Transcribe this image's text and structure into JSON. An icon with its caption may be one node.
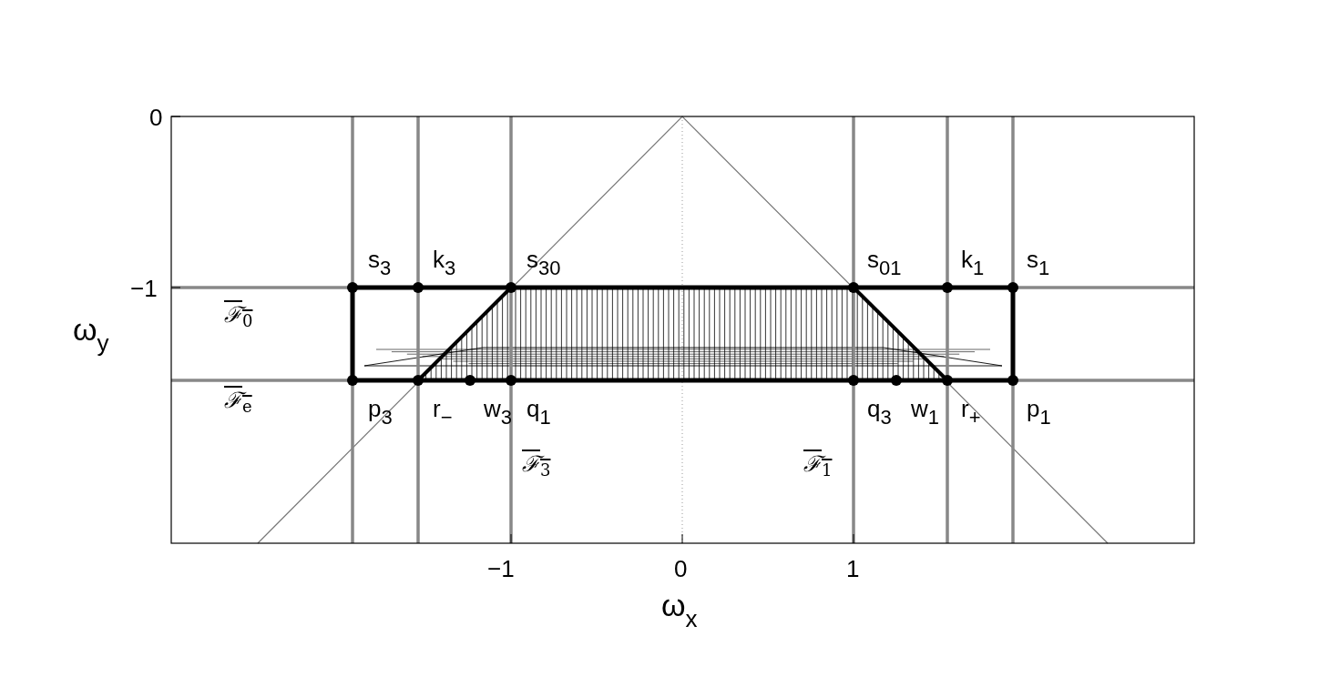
{
  "diagram": {
    "labels": [
      "0",
      "s$_{3}$",
      "k$_{3}$",
      "s$_{30}$",
      "s$_{01}$",
      "k$_{1}$",
      "s$_{1}$",
      "−1",
      "ω$_{y}$",
      "ℱ$_{0}$",
      "ℱ$_{e}$",
      "p$_{3}$",
      "r$_{−}$",
      "w$_{3}$",
      "q$_{1}$",
      "q$_{3}$",
      "w$_{1}$",
      "r$_{+}$",
      "p$_{1}$",
      "ℱ$_{3}$",
      "ℱ$_{1}$",
      "−1",
      "0",
      "1",
      "ω$_{x}$"
    ]
  }
}
